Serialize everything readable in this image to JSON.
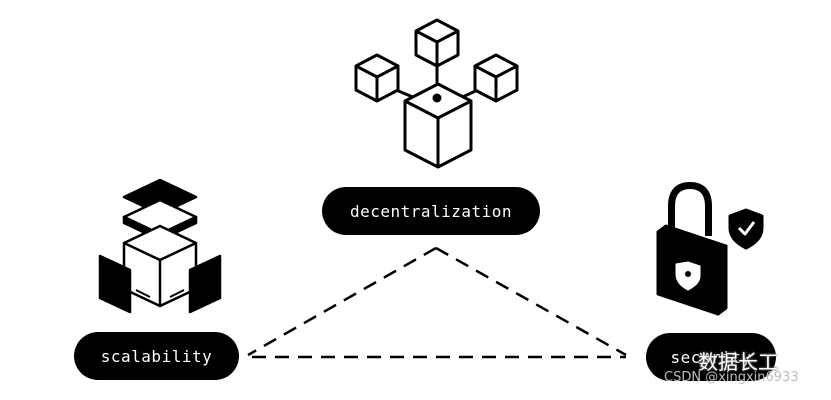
{
  "diagram": {
    "nodes": {
      "decentralization": {
        "label": "decentralization",
        "icon": "network-cubes-icon"
      },
      "scalability": {
        "label": "scalability",
        "icon": "stacked-layers-cube-icon"
      },
      "security": {
        "label": "security",
        "icon": "padlock-shield-icon"
      }
    },
    "edges": [
      {
        "from": "decentralization",
        "to": "scalability",
        "style": "dashed"
      },
      {
        "from": "decentralization",
        "to": "security",
        "style": "dashed"
      },
      {
        "from": "scalability",
        "to": "security",
        "style": "dashed"
      }
    ]
  },
  "watermark": {
    "brand": "数据长工",
    "credit": "CSDN @xingxin6933"
  },
  "colors": {
    "foreground": "#000000",
    "background": "#ffffff"
  }
}
